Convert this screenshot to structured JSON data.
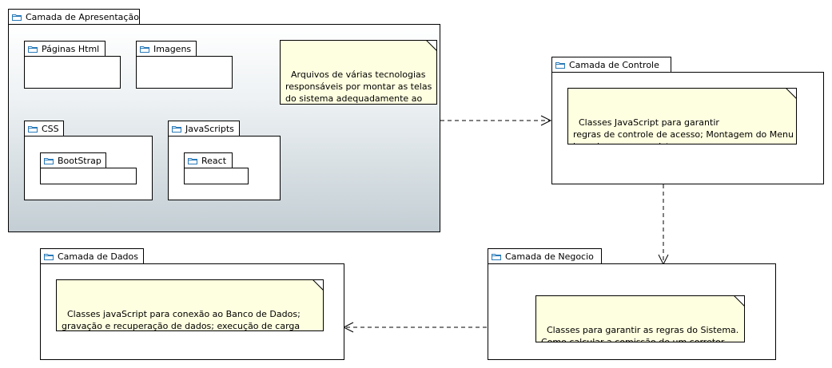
{
  "packages": {
    "apresentacao": {
      "label": "Camada de Apresentação"
    },
    "paginas_html": {
      "label": "Páginas Html"
    },
    "imagens": {
      "label": "Imagens"
    },
    "css": {
      "label": "CSS"
    },
    "bootstrap": {
      "label": "BootStrap"
    },
    "javascripts": {
      "label": "JavaScripts"
    },
    "react": {
      "label": "React"
    },
    "controle": {
      "label": "Camada de Controle"
    },
    "negocio": {
      "label": "Camada de Negocio"
    },
    "dados": {
      "label": "Camada de Dados"
    }
  },
  "notes": {
    "apresentacao": "Arquivos de várias tecnologias\nresponsáveis por montar as telas\ndo sistema adequadamente ao\nperfil do usuário",
    "controle": "Classes JavaScript para garantir\nregras de controle de acesso; Montagem do Menu\nlogs de acesso ao sistema;\ne acões genéricas",
    "negocio": "Classes para garantir as regras do Sistema.\nComo calcular a comissão de um corretor.",
    "dados": "Classes javaScript para conexão ao Banco de Dados;\ngravação e recuperação de dados; execução de carga\nde dados básicos; e execução consultas em segundo plano."
  },
  "colors": {
    "folder_icon": "#2a7ab8",
    "note_fill": "#fefee0",
    "gradient_bottom": "#c3ced4"
  }
}
